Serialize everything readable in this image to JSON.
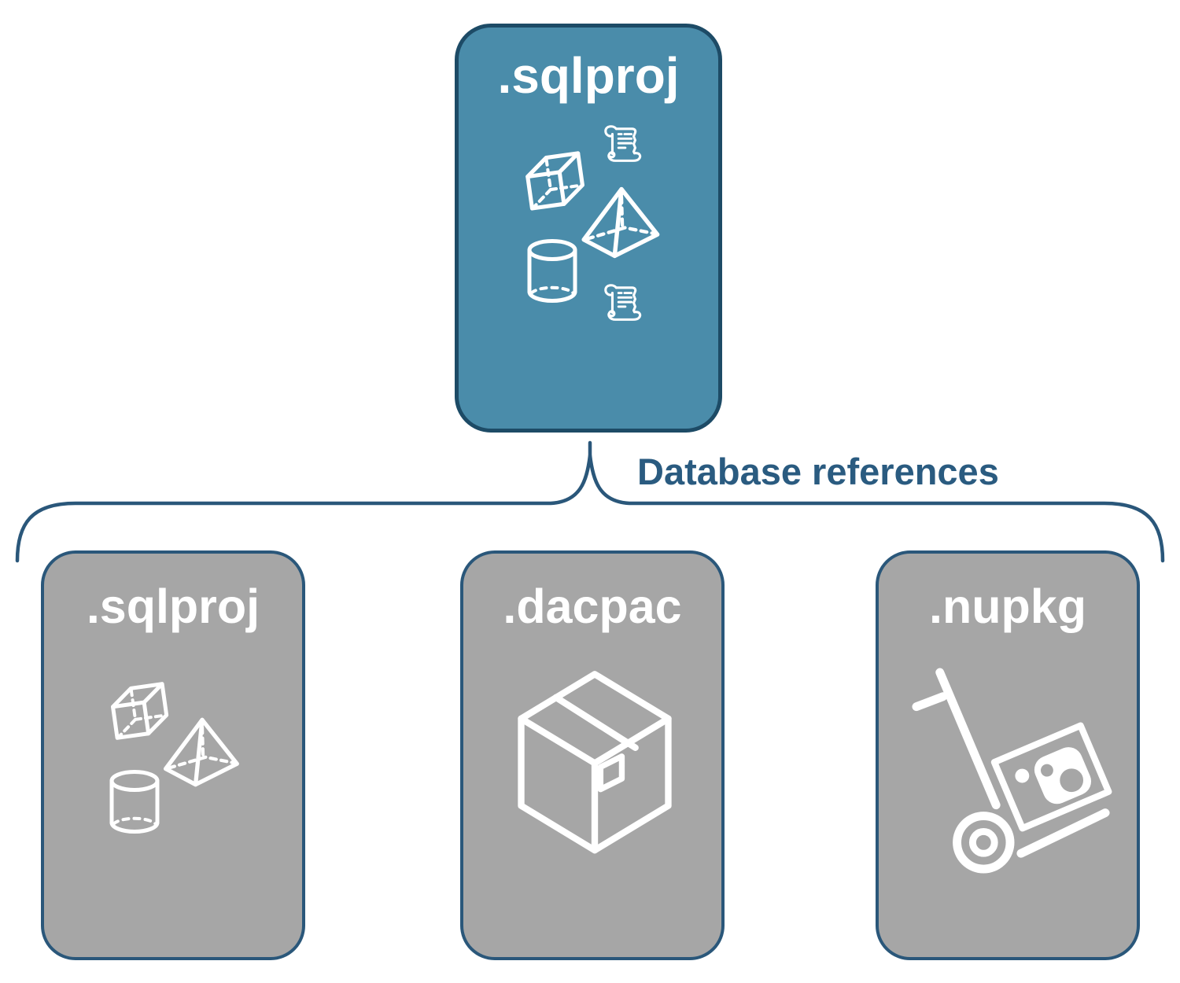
{
  "root_node": {
    "label": ".sqlproj",
    "icons": [
      "script-scroll-icon",
      "cube-icon",
      "pyramid-icon",
      "cylinder-icon",
      "script-scroll-icon"
    ]
  },
  "connector": {
    "label": "Database references"
  },
  "child_nodes": [
    {
      "label": ".sqlproj",
      "icons": [
        "cube-icon",
        "pyramid-icon",
        "cylinder-icon"
      ]
    },
    {
      "label": ".dacpac",
      "icons": [
        "package-box-icon"
      ]
    },
    {
      "label": ".nupkg",
      "icons": [
        "hand-truck-package-icon"
      ]
    }
  ],
  "colors": {
    "background": "#FFFFFF",
    "root_fill": "#4A8CAA",
    "root_border": "#1D4B66",
    "child_fill": "#A6A6A6",
    "child_border": "#2A577A",
    "connector_line": "#2A577A",
    "connector_text": "#2A5B80",
    "icon": "#FFFFFF"
  }
}
